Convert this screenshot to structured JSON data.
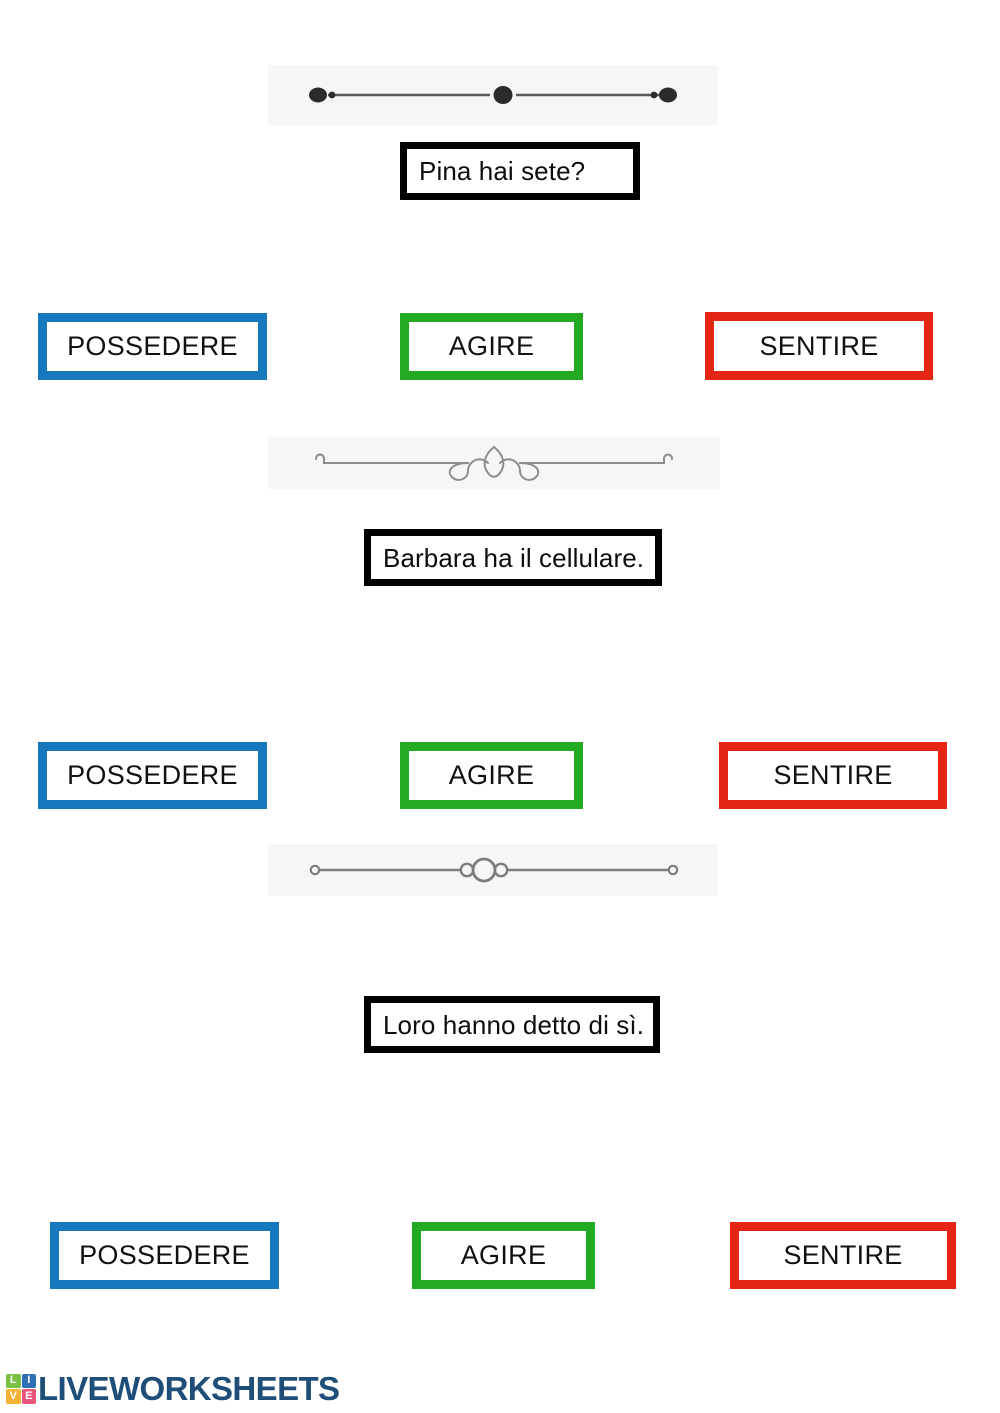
{
  "worksheet": {
    "background_color": "#ffffff",
    "divider_band_color": "#f6f6f6"
  },
  "colors": {
    "possedere_border": "#1878be",
    "agire_border": "#22aa22",
    "sentire_border": "#e52614",
    "sentence_border": "#000000",
    "text": "#111111",
    "logo_word": "#1f4e79",
    "logo_tile_l": "#7ac143",
    "logo_tile_i": "#2f6fb5",
    "logo_tile_v": "#f5b335",
    "logo_tile_e": "#e8537a"
  },
  "dividers": [
    {
      "name": "divider-dots-filled",
      "style": "filled-dots-line"
    },
    {
      "name": "divider-flourish",
      "style": "ornate-scroll-flourish"
    },
    {
      "name": "divider-circles-hollow",
      "style": "hollow-circles-line"
    }
  ],
  "questions": [
    {
      "sentence": "Pina hai sete?",
      "options": [
        {
          "label": "POSSEDERE",
          "color": "#1878be"
        },
        {
          "label": "AGIRE",
          "color": "#22aa22"
        },
        {
          "label": "SENTIRE",
          "color": "#e52614"
        }
      ]
    },
    {
      "sentence": "Barbara ha il cellulare.",
      "options": [
        {
          "label": "POSSEDERE",
          "color": "#1878be"
        },
        {
          "label": "AGIRE",
          "color": "#22aa22"
        },
        {
          "label": "SENTIRE",
          "color": "#e52614"
        }
      ]
    },
    {
      "sentence": "Loro hanno detto di sì.",
      "options": [
        {
          "label": "POSSEDERE",
          "color": "#1878be"
        },
        {
          "label": "AGIRE",
          "color": "#22aa22"
        },
        {
          "label": "SENTIRE",
          "color": "#e52614"
        }
      ]
    }
  ],
  "footer": {
    "logo_tiles": [
      "LI",
      "VE"
    ],
    "logo_tile_letters": {
      "l": "L",
      "i": "I",
      "v": "V",
      "e": "E"
    },
    "logo_word": "LIVEWORKSHEETS"
  }
}
